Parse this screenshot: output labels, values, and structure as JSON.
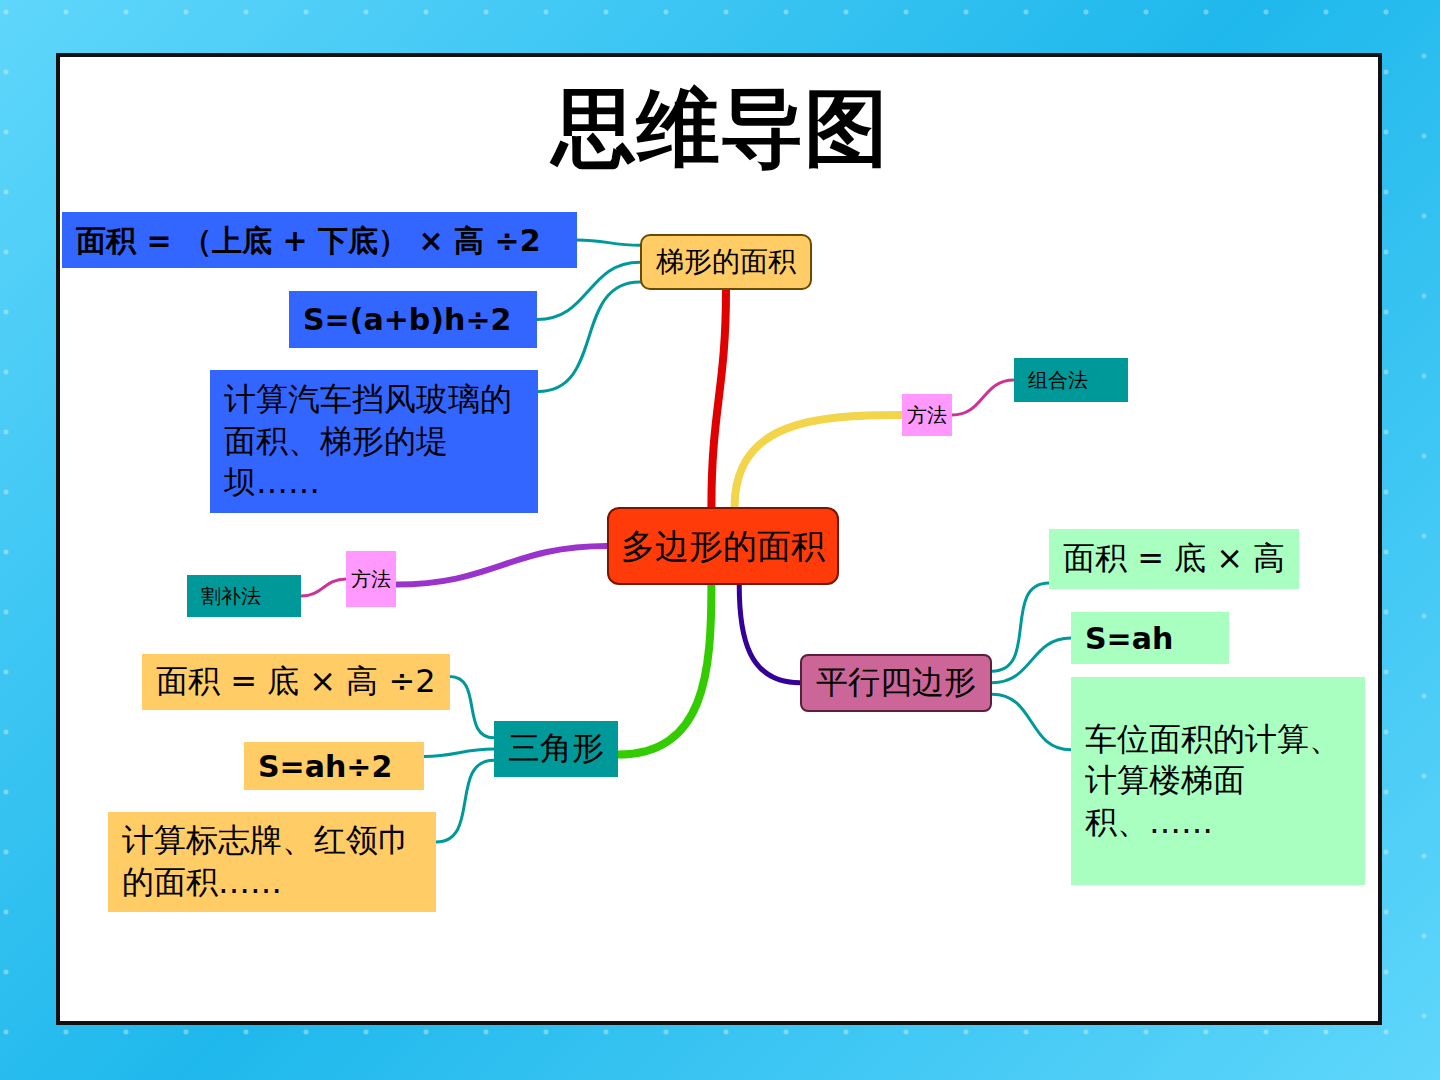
{
  "diagram": {
    "title": "思维导图",
    "nodes": [
      {
        "text": [
          "多边形的面积"
        ]
      },
      {
        "text": [
          "梯形的面积"
        ]
      },
      {
        "text": [
          "面积 = （上底 + 下底） × 高 ÷2"
        ]
      },
      {
        "text": [
          "S=(a+b)h÷2"
        ]
      },
      {
        "text": [
          "计算汽车挡风玻璃的面积、梯形的堤坝……"
        ]
      },
      {
        "text": [
          "方法"
        ]
      },
      {
        "text": [
          "组合法"
        ]
      },
      {
        "text": [
          "方法"
        ]
      },
      {
        "text": [
          "割补法"
        ]
      },
      {
        "text": [
          "三角形"
        ]
      },
      {
        "text": [
          "面积 = 底 × 高 ÷2"
        ]
      },
      {
        "text": [
          "S=ah÷2"
        ]
      },
      {
        "text": [
          "计算标志牌、红领巾的面积……"
        ]
      },
      {
        "text": [
          "平行四边形"
        ]
      },
      {
        "text": [
          "面积 = 底 × 高"
        ]
      },
      {
        "text": [
          "S=ah"
        ]
      },
      {
        "text": [
          "车位面积的计算、计算楼梯面积、……"
        ]
      }
    ],
    "edges": [
      {
        "from": 0,
        "to": 1,
        "arrow": "none"
      },
      {
        "from": 0,
        "to": 5,
        "arrow": "none"
      },
      {
        "from": 0,
        "to": 7,
        "arrow": "none"
      },
      {
        "from": 0,
        "to": 9,
        "arrow": "none"
      },
      {
        "from": 0,
        "to": 13,
        "arrow": "none"
      },
      {
        "from": 1,
        "to": 2,
        "arrow": "none"
      },
      {
        "from": 1,
        "to": 3,
        "arrow": "none"
      },
      {
        "from": 1,
        "to": 4,
        "arrow": "none"
      },
      {
        "from": 5,
        "to": 6,
        "arrow": "none"
      },
      {
        "from": 7,
        "to": 8,
        "arrow": "none"
      },
      {
        "from": 9,
        "to": 10,
        "arrow": "none"
      },
      {
        "from": 9,
        "to": 11,
        "arrow": "none"
      },
      {
        "from": 9,
        "to": 12,
        "arrow": "none"
      },
      {
        "from": 13,
        "to": 14,
        "arrow": "none"
      },
      {
        "from": 13,
        "to": 15,
        "arrow": "none"
      },
      {
        "from": 13,
        "to": 16,
        "arrow": "none"
      }
    ]
  }
}
